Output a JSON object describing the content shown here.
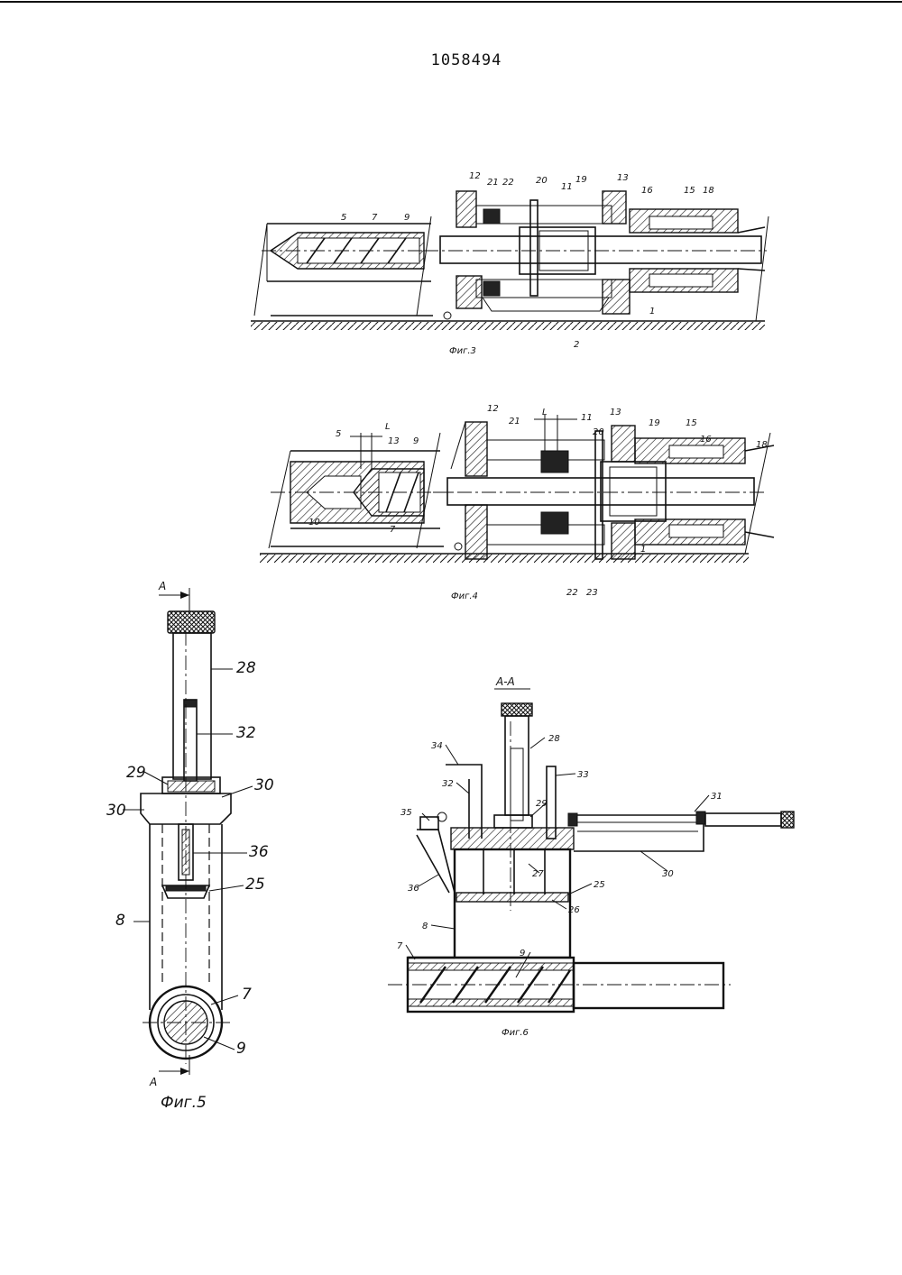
{
  "document": {
    "patent_number": "1058494"
  },
  "figures": [
    {
      "id": "fig3",
      "caption": "Фиг.3",
      "labels": [
        "12",
        "21",
        "22",
        "20",
        "11",
        "19",
        "13",
        "16",
        "15",
        "18",
        "5",
        "7",
        "9",
        "1",
        "2"
      ]
    },
    {
      "id": "fig4",
      "caption": "Фиг.4",
      "labels": [
        "12",
        "21",
        "L",
        "11",
        "13",
        "20",
        "19",
        "15",
        "16",
        "18",
        "5",
        "L",
        "13",
        "9",
        "10",
        "7",
        "1",
        "22",
        "23"
      ]
    },
    {
      "id": "fig5",
      "caption": "Фиг.5",
      "section_marks": [
        "A",
        "A"
      ],
      "labels": [
        "28",
        "32",
        "29",
        "30",
        "30",
        "36",
        "25",
        "8",
        "7",
        "9"
      ]
    },
    {
      "id": "fig6",
      "caption": "Фиг.6",
      "section_title": "A-A",
      "labels": [
        "34",
        "28",
        "33",
        "32",
        "29",
        "31",
        "35",
        "27",
        "25",
        "36",
        "26",
        "30",
        "8",
        "7",
        "9"
      ]
    }
  ]
}
